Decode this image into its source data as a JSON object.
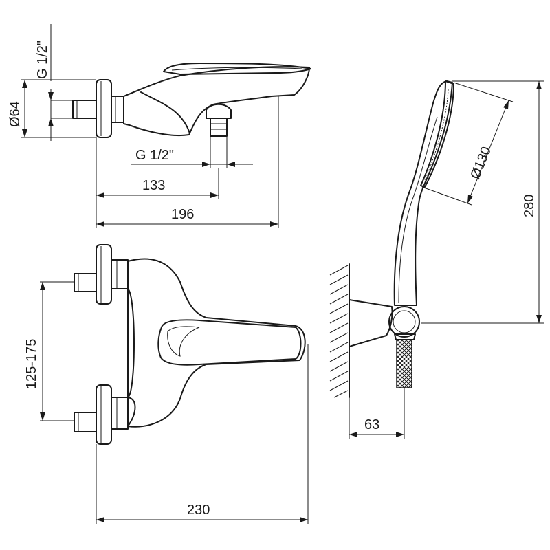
{
  "dimensions": {
    "inlet_thread_top": "G 1/2\"",
    "flange_diameter": "Ø64",
    "outlet_thread": "G 1/2\"",
    "outlet_offset": "133",
    "depth_total": "196",
    "center_distance": "125-175",
    "width_total": "230",
    "head_diameter": "Ø130",
    "handshower_length": "280",
    "holder_projection": "63"
  },
  "colors": {
    "ink": "#1a1a1a",
    "background": "#ffffff"
  }
}
